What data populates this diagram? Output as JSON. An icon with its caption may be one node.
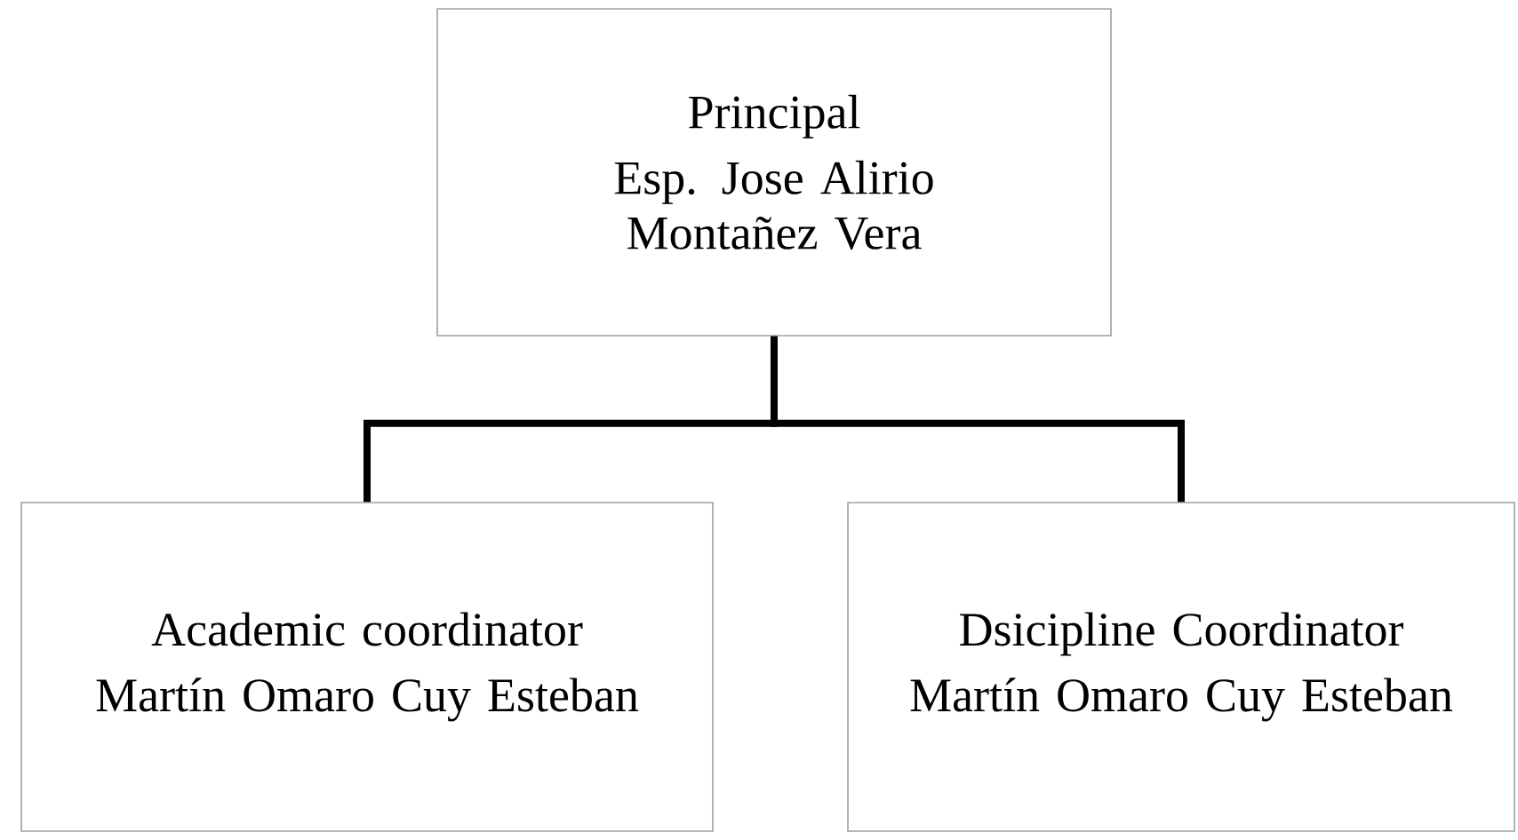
{
  "diagram": {
    "nodes": [
      {
        "text": [
          "Principal",
          "Esp. Jose Alirio Montañez Vera"
        ]
      },
      {
        "text": [
          "Academic coordinator",
          "Martín Omaro Cuy Esteban"
        ]
      },
      {
        "text": [
          "Dsicipline Coordinator",
          "Martín Omaro Cuy Esteban"
        ]
      }
    ],
    "edges": [
      {
        "from": 0,
        "to": 1,
        "arrow": "none"
      },
      {
        "from": 0,
        "to": 2,
        "arrow": "none"
      }
    ]
  }
}
